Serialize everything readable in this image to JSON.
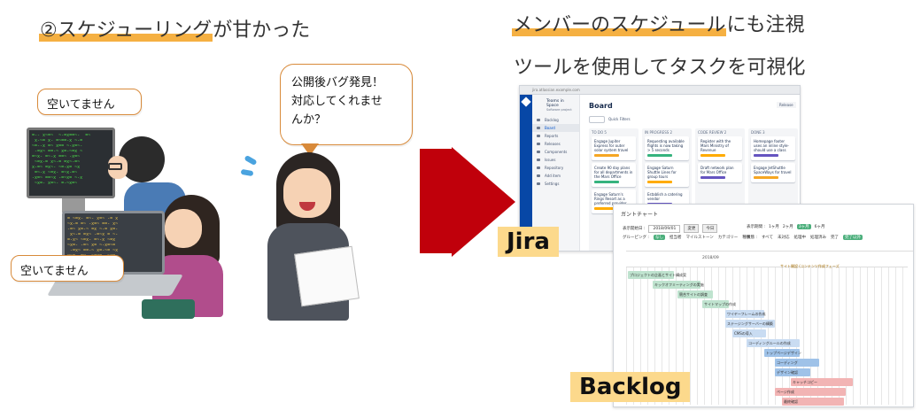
{
  "left": {
    "heading_highlight": "②スケジューリング",
    "heading_rest": "が甘かった",
    "bubble_top": "空いてません",
    "bubble_bottom": "空いてません",
    "bubble_speaker_line1": "公開後バグ発見！",
    "bubble_speaker_line2": "対応してくれませ",
    "bubble_speaker_line3": "んか？"
  },
  "right": {
    "heading_highlight": "メンバーのスケジュール",
    "heading_rest": "にも注視",
    "subheading": "ツールを使用してタスクを可視化",
    "jira_label": "Jira",
    "backlog_label": "Backlog"
  },
  "jira": {
    "url": "jira.atlassian.example.com",
    "project_name": "Teams in Space",
    "project_type": "Software project",
    "board_title": "Board",
    "filter": "Quick Filters",
    "release_button": "Release",
    "sidebar": [
      "Backlog",
      "Board",
      "Reports",
      "Releases",
      "Components",
      "Issues",
      "Repository",
      "Add item",
      "Settings"
    ],
    "columns": [
      {
        "title": "TO DO 5",
        "cards": [
          "Engage Jupiter Express for outer solar system travel",
          "Create 90 day plans for all departments in the Mars Office",
          "Engage Saturn's Rings Resort as a preferred provider"
        ]
      },
      {
        "title": "IN PROGRESS 2",
        "cards": [
          "Requesting available flights is now taking > 5 seconds",
          "Engage Saturn Shuttle Lines for group tours",
          "Establish a catering vendor"
        ]
      },
      {
        "title": "CODE REVIEW 2",
        "cards": [
          "Register with the Mars Ministry of Revenue",
          "Draft network plan for Mars Office"
        ]
      },
      {
        "title": "DONE 3",
        "cards": [
          "Homepage footer uses an inline style-should use a class",
          "Engage JetShuttle SpaceWays for travel"
        ]
      }
    ]
  },
  "gantt": {
    "title": "ガントチャート",
    "start_label": "表示開始日 :",
    "start_date": "2018/09/01",
    "apply": "変更",
    "today": "今日",
    "period_label": "表示期間 :",
    "periods": [
      "1ヶ月",
      "2ヶ月",
      "3ヶ月",
      "6ヶ月"
    ],
    "group_label": "グルーピング :",
    "groups": [
      "なし",
      "担当者",
      "マイルストーン",
      "カテゴリー",
      "種類"
    ],
    "state_label": "状態 :",
    "states": [
      "すべて",
      "未対応",
      "処理中",
      "処理済み",
      "完了",
      "完了以外"
    ],
    "month": "2018/09",
    "milestone": "サイト開設 (コンテンツ作成フェーズ",
    "tasks": [
      "プロジェクトの企画とサイト構成案",
      "キックオフミーティングの実施",
      "競合サイトの調査",
      "サイトマップの作成",
      "ワイヤーフレームの作成",
      "ステージングサーバーの構築",
      "CMSの導入",
      "コーディングルールの作成",
      "トップページデザイン",
      "コーディング",
      "デザイン確認",
      "キャッチコピー",
      "ページ作成",
      "最終確認"
    ]
  },
  "colors": {
    "highlight": "#f5b042",
    "arrow": "#c0000b",
    "label_bg": "#fcd98c",
    "jira_blue": "#0747a6"
  }
}
